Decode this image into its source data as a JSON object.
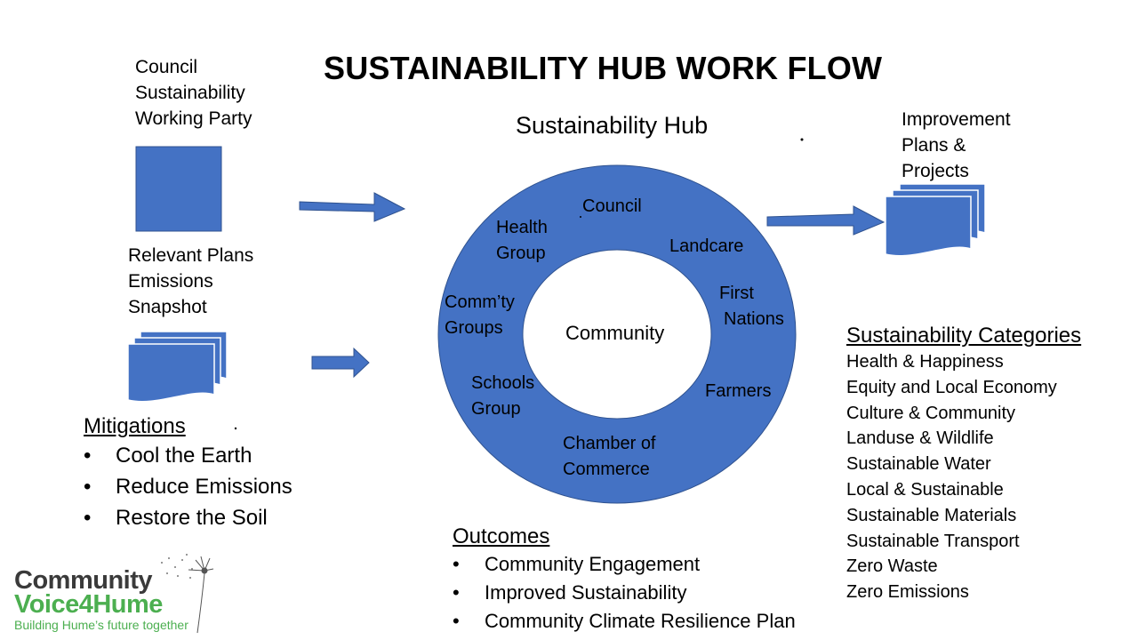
{
  "title": "SUSTAINABILITY HUB WORK FLOW",
  "left_top": {
    "label_lines": [
      "Council",
      "Sustainability",
      "Working Party"
    ]
  },
  "left_mid": {
    "label_lines": [
      "Relevant Plans",
      "Emissions",
      "Snapshot"
    ]
  },
  "hub": {
    "title": "Sustainability Hub",
    "center_label": "Community",
    "ring_labels": {
      "council": "Council",
      "health": [
        "Health",
        "Group"
      ],
      "landcare": "Landcare",
      "first_nations": [
        "First",
        "Nations"
      ],
      "commty": [
        "Comm’ty",
        "Groups"
      ],
      "farmers": "Farmers",
      "schools": [
        "Schools",
        "Group"
      ],
      "chamber": [
        "Chamber of",
        "Commerce"
      ]
    }
  },
  "right_top": {
    "label_lines": [
      "Improvement",
      "Plans &",
      "Projects"
    ]
  },
  "mitigations": {
    "heading": "Mitigations",
    "items": [
      "Cool the Earth",
      "Reduce Emissions",
      "Restore the Soil"
    ]
  },
  "outcomes": {
    "heading": "Outcomes",
    "items": [
      "Community Engagement",
      "Improved Sustainability",
      "Community Climate Resilience Plan"
    ]
  },
  "categories": {
    "heading": "Sustainability Categories",
    "items": [
      "Health & Happiness",
      "Equity and Local Economy",
      "Culture & Community",
      "Landuse & Wildlife",
      "Sustainable Water",
      "Local & Sustainable",
      "Sustainable Materials",
      "Sustainable Transport",
      "Zero Waste",
      "Zero Emissions"
    ]
  },
  "logo": {
    "line1": "Community",
    "line2": "Voice4Hume",
    "tagline": "Building Hume’s future together"
  },
  "colors": {
    "shape_fill": "#4472c4",
    "shape_stroke": "#2f528f",
    "logo_dark": "#3a3a3a",
    "logo_green": "#4caf50"
  }
}
